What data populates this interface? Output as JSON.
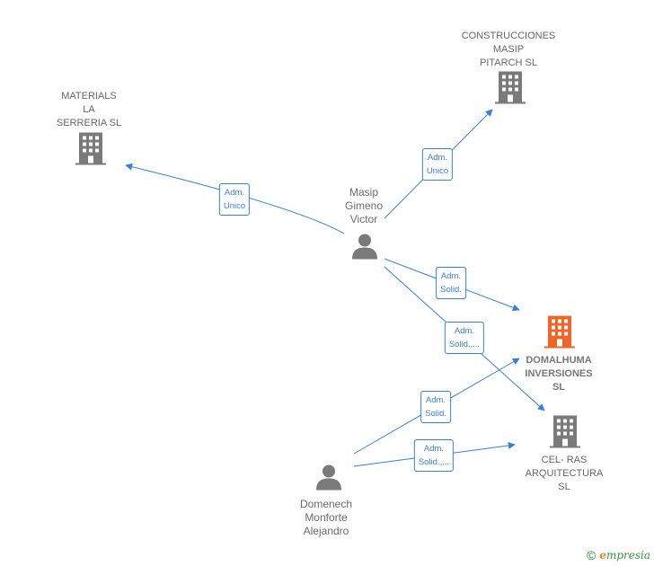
{
  "nodes": {
    "materials": {
      "label": "MATERIALS\nLA\nSERRERIA  SL",
      "type": "company",
      "color": "#7a7a7a"
    },
    "construcciones": {
      "label": "CONSTRUCCIONES\nMASIP\nPITARCH SL",
      "type": "company",
      "color": "#7a7a7a"
    },
    "masip": {
      "label": "Masip\nGimeno\nVictor",
      "type": "person",
      "color": "#7a7a7a"
    },
    "domalhuma": {
      "label": "DOMALHUMA\nINVERSIONES\nSL",
      "type": "company",
      "color": "#f0652a"
    },
    "celras": {
      "label": "CEL- RAS\nARQUITECTURA SL",
      "type": "company",
      "color": "#7a7a7a"
    },
    "domenech": {
      "label": "Domenech\nMonforte\nAlejandro",
      "type": "person",
      "color": "#7a7a7a"
    }
  },
  "edges": [
    {
      "from": "masip",
      "to": "materials",
      "label": "Adm.\nUnico"
    },
    {
      "from": "masip",
      "to": "construcciones",
      "label": "Adm.\nUnico"
    },
    {
      "from": "masip",
      "to": "domalhuma",
      "label": "Adm.\nSolid."
    },
    {
      "from": "masip",
      "to": "celras",
      "label": "Adm.\nSolid.,..."
    },
    {
      "from": "domenech",
      "to": "domalhuma",
      "label": "Adm.\nSolid."
    },
    {
      "from": "domenech",
      "to": "celras",
      "label": "Adm.\nSolid.,..."
    }
  ],
  "colors": {
    "edge": "#3a7fd5",
    "node": "#7a7a7a",
    "focus": "#f0652a"
  },
  "footer": {
    "copyright_symbol": "©",
    "brand_initial": "e",
    "brand_rest": "mpresia"
  }
}
